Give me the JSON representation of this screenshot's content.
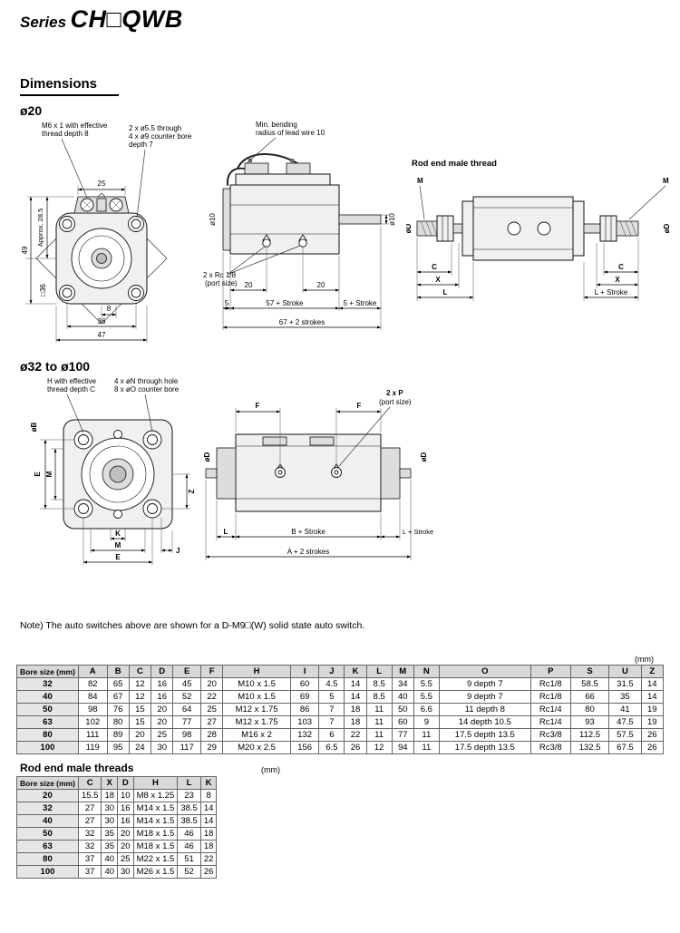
{
  "page": {
    "title_series": "Series",
    "title_model": "CH□QWB",
    "section_heading": "Dimensions",
    "sub_bore20": "ø20",
    "sub_bore32": "ø32 to ø100",
    "note": "Note) The auto switches above are shown for a D-M9□(W) solid state auto switch."
  },
  "drawings": {
    "bore20_front": {
      "thread_note_1": "M6 x 1 with effective",
      "thread_note_2": "thread depth 8",
      "dim_25": "25",
      "holes_note_1": "2 x ø5.5 through",
      "holes_note_2": "4 x ø9 counter bore",
      "holes_note_3": "depth 7",
      "dim_approx": "Approx. 28.5",
      "dim_49": "49",
      "dim_sq36": "□36",
      "dim_8": "8",
      "dim_36": "36",
      "dim_47": "47"
    },
    "bore20_side": {
      "bend_note_1": "Min. bending",
      "bend_note_2": "radius of lead wire 10",
      "dia10_left": "ø10",
      "dia10_right": "ø10",
      "port_note_1": "2 x Rc 1/8",
      "port_note_2": "(port size)",
      "dim_20_left": "20",
      "dim_20_right": "20",
      "dim_5": "5",
      "dim_57_stroke": "57 + Stroke",
      "dim_5_stroke": "5 + Stroke",
      "dim_67_strokes": "67 + 2 strokes"
    },
    "bore20_rod_end": {
      "title": "Rod end male thread",
      "m_left": "M",
      "m_right": "M",
      "diaD_left": "øD",
      "diaD_right": "øD",
      "c_left": "C",
      "x_left": "X",
      "l_left": "L",
      "c_right": "C",
      "x_right": "X",
      "l_stroke_right": "L + Stroke"
    },
    "bore32_front": {
      "thread_note_1": "H with effective",
      "thread_note_2": "thread depth C",
      "holes_note_1": "4 x øN through hole",
      "holes_note_2": "8 x øO counter bore",
      "diaB": "øB",
      "e_left": "E",
      "m_left": "M",
      "z_right": "Z",
      "k_bottom": "K",
      "m_bottom": "M",
      "e_bottom": "E",
      "j_bottom": "J"
    },
    "bore32_side": {
      "f_left": "F",
      "f_right": "F",
      "port_note_1": "2 x P",
      "port_note_2": "(port size)",
      "diaD_left": "øD",
      "diaD_right": "øD",
      "l_left": "L",
      "b_stroke": "B + Stroke",
      "l_stroke": "L + Stroke",
      "a_strokes": "A + 2 strokes"
    }
  },
  "tables": {
    "main": {
      "unit": "(mm)",
      "headers": [
        "Bore size (mm)",
        "A",
        "B",
        "C",
        "D",
        "E",
        "F",
        "H",
        "I",
        "J",
        "K",
        "L",
        "M",
        "N",
        "O",
        "P",
        "S",
        "U",
        "Z"
      ],
      "rows": [
        [
          "32",
          "82",
          "65",
          "12",
          "16",
          "45",
          "20",
          "M10 x 1.5",
          "60",
          "4.5",
          "14",
          "8.5",
          "34",
          "5.5",
          "9 depth 7",
          "Rc1/8",
          "58.5",
          "31.5",
          "14"
        ],
        [
          "40",
          "84",
          "67",
          "12",
          "16",
          "52",
          "22",
          "M10 x 1.5",
          "69",
          "5",
          "14",
          "8.5",
          "40",
          "5.5",
          "9 depth 7",
          "Rc1/8",
          "66",
          "35",
          "14"
        ],
        [
          "50",
          "98",
          "76",
          "15",
          "20",
          "64",
          "25",
          "M12 x 1.75",
          "86",
          "7",
          "18",
          "11",
          "50",
          "6.6",
          "11 depth 8",
          "Rc1/4",
          "80",
          "41",
          "19"
        ],
        [
          "63",
          "102",
          "80",
          "15",
          "20",
          "77",
          "27",
          "M12 x 1.75",
          "103",
          "7",
          "18",
          "11",
          "60",
          "9",
          "14 depth 10.5",
          "Rc1/4",
          "93",
          "47.5",
          "19"
        ],
        [
          "80",
          "111",
          "89",
          "20",
          "25",
          "98",
          "28",
          "M16 x 2",
          "132",
          "6",
          "22",
          "11",
          "77",
          "11",
          "17.5 depth 13.5",
          "Rc3/8",
          "112.5",
          "57.5",
          "26"
        ],
        [
          "100",
          "119",
          "95",
          "24",
          "30",
          "117",
          "29",
          "M20 x 2.5",
          "156",
          "6.5",
          "26",
          "12",
          "94",
          "11",
          "17.5 depth 13.5",
          "Rc3/8",
          "132.5",
          "67.5",
          "26"
        ]
      ]
    },
    "rodend": {
      "title": "Rod end male threads",
      "unit": "(mm)",
      "headers": [
        "Bore size (mm)",
        "C",
        "X",
        "D",
        "H",
        "L",
        "K"
      ],
      "rows": [
        [
          "20",
          "15.5",
          "18",
          "10",
          "M8 x 1.25",
          "23",
          "8"
        ],
        [
          "32",
          "27",
          "30",
          "16",
          "M14 x 1.5",
          "38.5",
          "14"
        ],
        [
          "40",
          "27",
          "30",
          "16",
          "M14 x 1.5",
          "38.5",
          "14"
        ],
        [
          "50",
          "32",
          "35",
          "20",
          "M18 x 1.5",
          "46",
          "18"
        ],
        [
          "63",
          "32",
          "35",
          "20",
          "M18 x 1.5",
          "46",
          "18"
        ],
        [
          "80",
          "37",
          "40",
          "25",
          "M22 x 1.5",
          "51",
          "22"
        ],
        [
          "100",
          "37",
          "40",
          "30",
          "M26 x 1.5",
          "52",
          "26"
        ]
      ]
    }
  }
}
